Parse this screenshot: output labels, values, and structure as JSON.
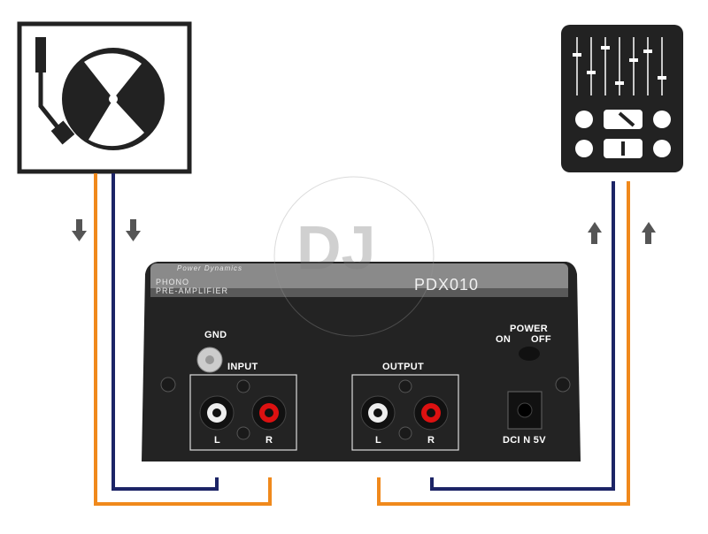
{
  "colors": {
    "orange_wire": "#f0891c",
    "navy_wire": "#1c2466",
    "device": "#232323",
    "arrow": "#555555"
  },
  "icons": {
    "source": "turntable-icon",
    "destination": "mixer-icon"
  },
  "device": {
    "brand": "Power Dynamics",
    "title_line1": "PHONO",
    "title_line2": "PRE-AMPLIFIER",
    "model": "PDX010",
    "gnd_label": "GND",
    "input_label": "INPUT",
    "output_label": "OUTPUT",
    "left_label": "L",
    "right_label": "R",
    "power_label": "POWER",
    "power_on": "ON",
    "power_off": "OFF",
    "dc_label": "DCI N 5V"
  },
  "watermark": "DJ"
}
